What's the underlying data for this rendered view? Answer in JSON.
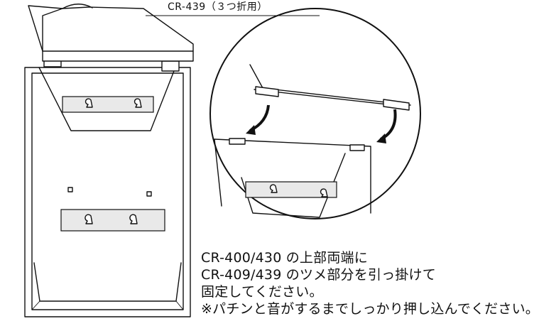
{
  "part_label": "CR-439（３つ折用）",
  "instruction_lines": [
    "CR-400/430 の上部両端に",
    "CR-409/439 のツメ部分を引っ掛けて",
    "固定してください。",
    "※パチンと音がするまでしっかり押し込んでください。"
  ],
  "colors": {
    "ink": "#111111",
    "background": "#ffffff"
  }
}
